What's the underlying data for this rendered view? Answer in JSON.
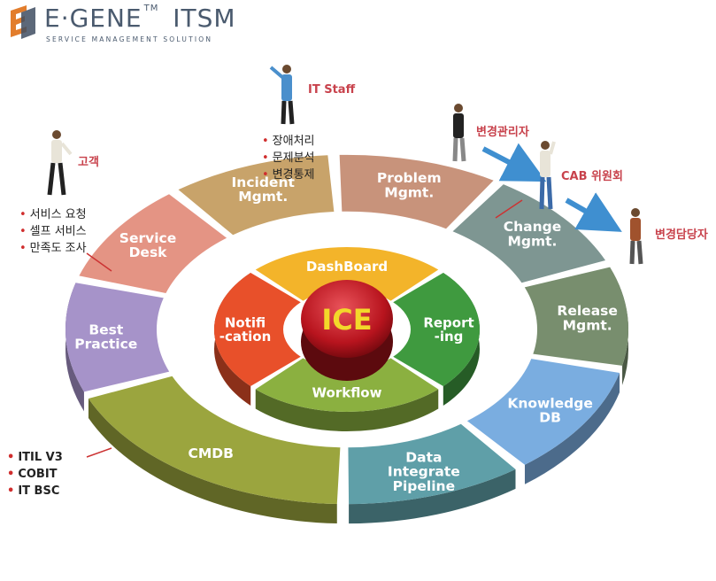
{
  "logo": {
    "brand": "E·GENE",
    "tm": "TM",
    "product": "ITSM",
    "tagline": "SERVICE MANAGEMENT SOLUTION"
  },
  "center": "ICE",
  "inner_ring": [
    "DashBoard",
    "Report\n-ing",
    "Workflow",
    "Notifi\n-cation"
  ],
  "outer_ring": [
    {
      "label": "Incident\nMgmt.",
      "color": "#c8a36a"
    },
    {
      "label": "Problem\nMgmt.",
      "color": "#c8937b"
    },
    {
      "label": "Change\nMgmt.",
      "color": "#7e9692"
    },
    {
      "label": "Release\nMgmt.",
      "color": "#788e6e"
    },
    {
      "label": "Knowledge\nDB",
      "color": "#7aade0"
    },
    {
      "label": "Data\nIntegrate\nPipeline",
      "color": "#5f9fa8"
    },
    {
      "label": "CMDB",
      "color": "#9ba53e"
    },
    {
      "label": "Best\nPractice",
      "color": "#a693c9"
    },
    {
      "label": "Service\nDesk",
      "color": "#e49484"
    }
  ],
  "roles": {
    "customer": "고객",
    "it_staff": "IT Staff",
    "change_manager": "변경관리자",
    "cab": "CAB 위원회",
    "change_owner": "변경담당자"
  },
  "customer_items": [
    "서비스 요청",
    "셀프 서비스",
    "만족도 조사"
  ],
  "it_staff_items": [
    "장애처리",
    "문제분석",
    "변경통제"
  ],
  "best_practice_items": [
    "ITIL V3",
    "COBIT",
    "IT BSC"
  ]
}
